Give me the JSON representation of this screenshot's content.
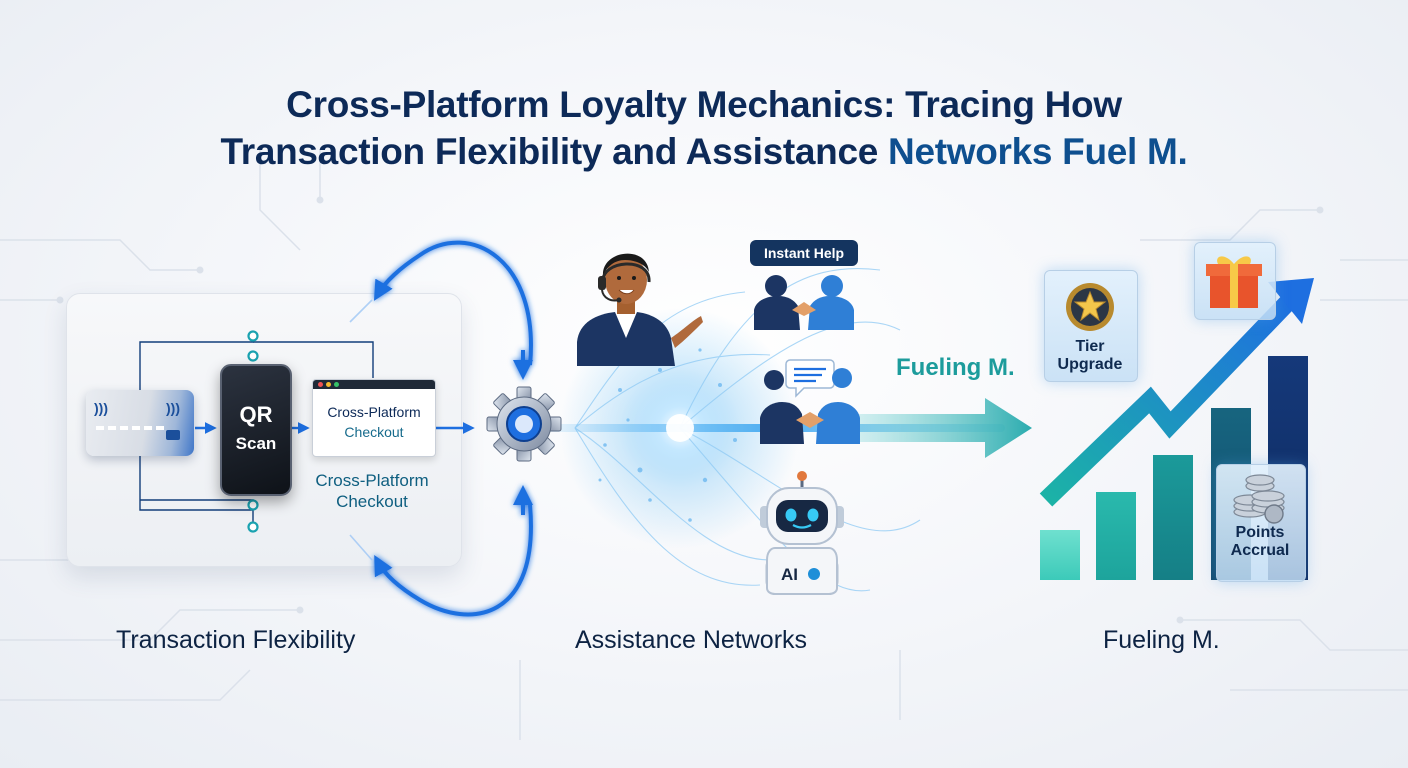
{
  "title": {
    "line1": "Cross-Platform Loyalty Mechanics: Tracing How",
    "line2a": "Transaction Flexibility and Assistance",
    "line2b": " Networks Fuel M."
  },
  "transaction_panel": {
    "qr_line1": "QR",
    "qr_line2": "Scan",
    "window_line1": "Cross-Platform",
    "window_line2": "Checkout",
    "below_line1": "Cross-Platform",
    "below_line2": "Checkout"
  },
  "assistance": {
    "bubble": "Instant Help",
    "robot_badge": "AI"
  },
  "fueling": {
    "flow_label": "Fueling M.",
    "tier_line1": "Tier",
    "tier_line2": "Upgrade",
    "points_line1": "Points",
    "points_line2": "Accrual"
  },
  "section_labels": {
    "transaction": "Transaction Flexibility",
    "assistance": "Assistance Networks",
    "fueling": "Fueling M."
  },
  "colors": {
    "navy": "#0d2a58",
    "blue": "#1e6fe0",
    "teal": "#17a7a8",
    "dark_blue": "#123e7a"
  }
}
